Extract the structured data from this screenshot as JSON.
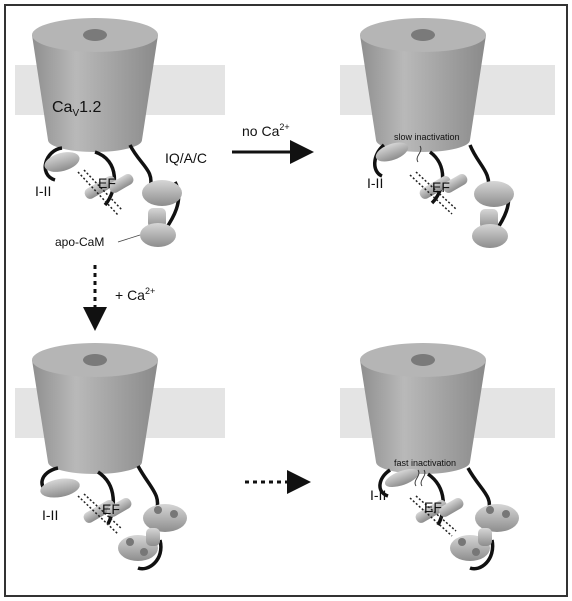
{
  "diagram": {
    "panels": [
      {
        "id": "top-left",
        "channel_label_main": "Ca",
        "channel_label_sub": "V",
        "channel_label_tail": "1.2",
        "domain_I_II": "I-II",
        "domain_EF": "EF",
        "domain_IQ": "IQ/A/C",
        "cam_label": "apo-CaM"
      },
      {
        "id": "top-right",
        "domain_I_II": "I-II",
        "domain_EF": "EF",
        "annotation": "slow inactivation"
      },
      {
        "id": "bottom-left",
        "domain_I_II": "I-II",
        "domain_EF": "EF"
      },
      {
        "id": "bottom-right",
        "domain_I_II": "I-II",
        "domain_EF": "EF",
        "annotation": "fast inactivation"
      }
    ],
    "arrows": {
      "no_ca": {
        "text": "no Ca",
        "sup": "2+"
      },
      "plus_ca": {
        "text": "+ Ca",
        "sup": "2+"
      }
    },
    "colors": {
      "cylinder": "#a7a7a7",
      "membrane": "#e4e4e4",
      "border": "#333333",
      "line": "#111111"
    }
  }
}
